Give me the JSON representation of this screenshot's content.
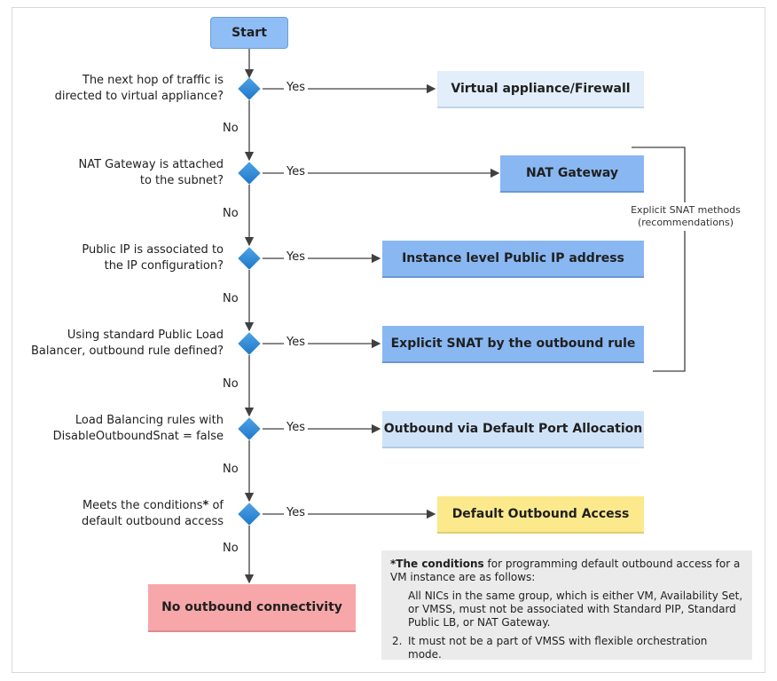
{
  "start": "Start",
  "questions": [
    {
      "text": [
        "The next hop of traffic is",
        "directed to virtual appliance?"
      ],
      "yes": "Yes",
      "no": "No",
      "target": "Virtual appliance/Firewall"
    },
    {
      "text": [
        "NAT Gateway is attached",
        "to the subnet?"
      ],
      "yes": "Yes",
      "no": "No",
      "target": "NAT Gateway"
    },
    {
      "text": [
        "Public IP is associated to",
        "the IP configuration?"
      ],
      "yes": "Yes",
      "no": "No",
      "target": "Instance level Public IP address"
    },
    {
      "text": [
        "Using standard Public Load",
        "Balancer, outbound rule defined?"
      ],
      "yes": "Yes",
      "no": "No",
      "target": "Explicit SNAT by the outbound rule"
    },
    {
      "text": [
        "Load Balancing rules with",
        "DisableOutboundSnat = false"
      ],
      "yes": "Yes",
      "no": "No",
      "target": "Outbound via Default Port Allocation"
    },
    {
      "text_prefix": "Meets the conditions",
      "text_star": "*",
      "text_suffix": " of",
      "text_line2": "default outbound access",
      "yes": "Yes",
      "no": "No",
      "target": "Default Outbound Access"
    }
  ],
  "end": "No outbound connectivity",
  "bracket": {
    "line1": "Explicit SNAT methods",
    "line2": "(recommendations)"
  },
  "note": {
    "title_bold": "*The conditions",
    "title_rest": " for programming default outbound access for a VM instance are as follows:",
    "items": [
      {
        "num": "",
        "text": "All NICs in the same group, which is either VM, Availability Set, or VMSS, must not be associated with Standard PIP, Standard Public LB, or NAT Gateway."
      },
      {
        "num": "2.",
        "text": "It must not be a part of VMSS with flexible orchestration mode."
      }
    ]
  },
  "colors": {
    "start": "#8fbdf5",
    "blue": "#89b7f2",
    "pale": "#e2eef9",
    "lightblue": "#cfe3f8",
    "yellow": "#fbe98c",
    "red": "#f7a7a9",
    "diamond": "#2b86d4",
    "line": "#404040"
  }
}
